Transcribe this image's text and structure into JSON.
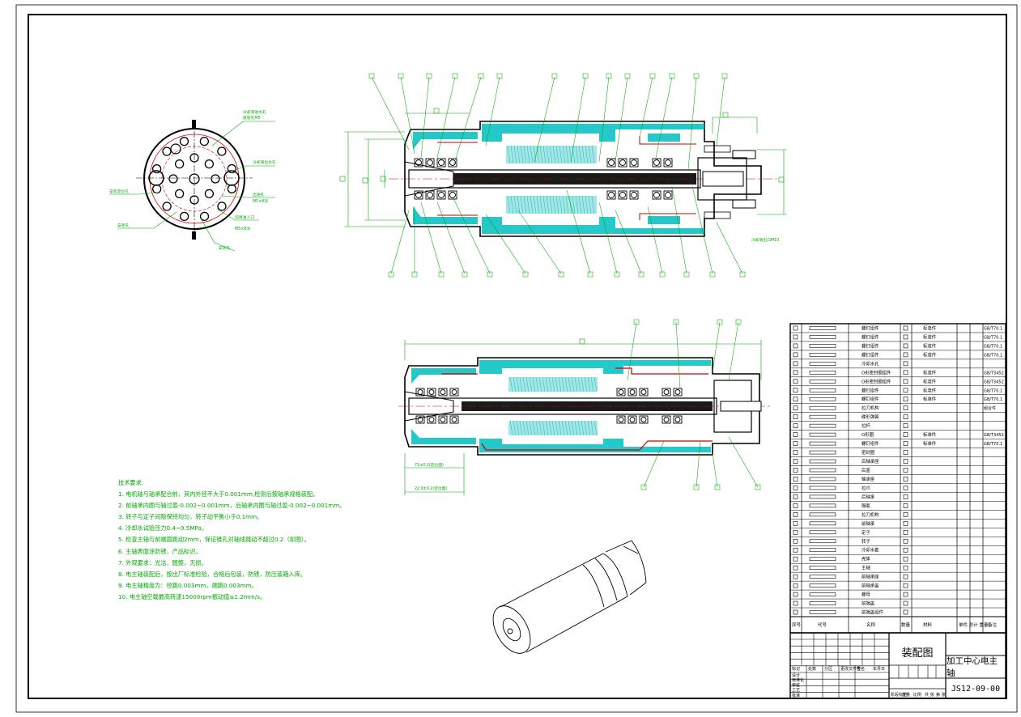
{
  "drawing": {
    "title": "装配图",
    "part_name": "加工中心电主轴",
    "drawing_number": "JS12-09-00"
  },
  "technical_notes": {
    "heading": "技术要求:",
    "items": [
      "1. 电机轴与轴承配合前，其内外径不大于0.001mm,检测后按轴承规格装配。",
      "2. 前轴承内圈与轴过盈-0.002~0.001mm，后轴承内圈与轴过盈-0.002~0.001mm。",
      "3. 转子与定子间隙保持均匀，转子动平衡小于0.1mm。",
      "4. 冷却水试验压力0.4~0.5MPa。",
      "5. 检查主轴与前端面跳动2mm，保证锥孔对轴线跳动不超过0.2（如图）。",
      "6. 主轴表面涂防锈，产品标识。",
      "7. 外观要求：光洁，圆整，无损。",
      "8. 电主轴装配后，按出厂标准检验，合格后包装，防锈，防压装箱入库。",
      "9. 电主轴精度为：径跳0.003mm，端跳0.003mm。",
      "10. 电主轴空载最高转速15000rpm振动值≤1.2mm/s。"
    ]
  },
  "bom": {
    "rows": [
      {
        "name": "螺钉组件",
        "material": "标准件",
        "remark": "GB/T70.1"
      },
      {
        "name": "螺钉组件",
        "material": "标准件",
        "remark": "GB/T70.1"
      },
      {
        "name": "螺钉组件",
        "material": "标准件",
        "remark": "GB/T70.1"
      },
      {
        "name": "螺钉组件",
        "material": "标准件",
        "remark": "GB/T70.1"
      },
      {
        "name": "冷却水孔",
        "material": "",
        "remark": ""
      },
      {
        "name": "O形密封圈组件",
        "material": "标准件",
        "remark": "GB/T3452"
      },
      {
        "name": "O形密封圈组件",
        "material": "标准件",
        "remark": "GB/T3452"
      },
      {
        "name": "螺钉组件",
        "material": "标准件",
        "remark": "GB/T70.1"
      },
      {
        "name": "螺钉组件",
        "material": "标准件",
        "remark": "GB/T70.1"
      },
      {
        "name": "拉刀机构",
        "material": "",
        "remark": "组合件"
      },
      {
        "name": "碟形弹簧",
        "material": "",
        "remark": ""
      },
      {
        "name": "拉杆",
        "material": "",
        "remark": ""
      },
      {
        "name": "O形圈",
        "material": "标准件",
        "remark": "GB/T3452"
      },
      {
        "name": "螺钉组件",
        "material": "标准件",
        "remark": "GB/T70.1"
      },
      {
        "name": "密封圈",
        "material": "",
        "remark": ""
      },
      {
        "name": "后轴承座",
        "material": "",
        "remark": ""
      },
      {
        "name": "后盖",
        "material": "",
        "remark": ""
      },
      {
        "name": "轴承座",
        "material": "",
        "remark": ""
      },
      {
        "name": "拉爪",
        "material": "",
        "remark": ""
      },
      {
        "name": "后轴承",
        "material": "",
        "remark": ""
      },
      {
        "name": "隔套",
        "material": "",
        "remark": ""
      },
      {
        "name": "拉刀机构",
        "material": "",
        "remark": ""
      },
      {
        "name": "前轴承",
        "material": "",
        "remark": ""
      },
      {
        "name": "定子",
        "material": "",
        "remark": ""
      },
      {
        "name": "转子",
        "material": "",
        "remark": ""
      },
      {
        "name": "冷却水套",
        "material": "",
        "remark": ""
      },
      {
        "name": "壳体",
        "material": "",
        "remark": ""
      },
      {
        "name": "主轴",
        "material": "",
        "remark": ""
      },
      {
        "name": "前轴承座",
        "material": "",
        "remark": ""
      },
      {
        "name": "前轴承盖",
        "material": "",
        "remark": ""
      },
      {
        "name": "螺母",
        "material": "",
        "remark": ""
      },
      {
        "name": "前端盖",
        "material": "",
        "remark": ""
      },
      {
        "name": "前端盖组件",
        "material": "",
        "remark": ""
      }
    ],
    "header": {
      "seq": "序号",
      "code": "代号",
      "name": "名称",
      "qty": "数量",
      "material": "材料",
      "weight": "单件 总计 重量",
      "remark": "备注"
    }
  },
  "title_block": {
    "labels": [
      "标记",
      "处数",
      "分区",
      "更改文件号",
      "签名",
      "年月日",
      "设计",
      "标准化",
      "审核",
      "工艺",
      "批准",
      "阶段标记",
      "重量",
      "比例",
      "共 张",
      "第 张"
    ]
  },
  "dimension_labels": {
    "d1": "71±0.2(定位面)",
    "d2": "22.9±0.2(定位面)"
  },
  "colors": {
    "line": "#000000",
    "section": "#00bfbf",
    "dimension": "#00aa00",
    "hidden": "#cc0000",
    "shaft": "#0000aa"
  }
}
